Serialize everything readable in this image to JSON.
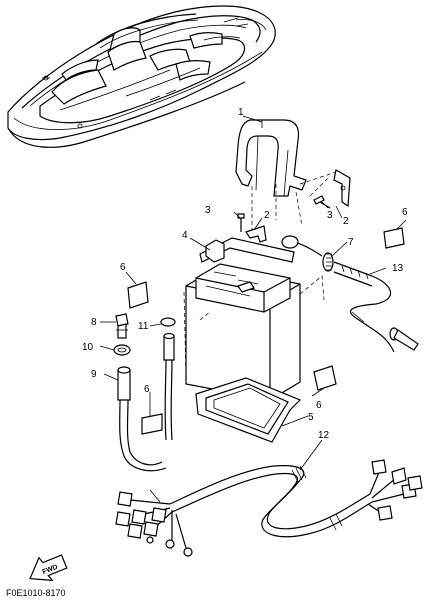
{
  "diagram": {
    "part_numbers": {
      "p1": "1",
      "p2a": "2",
      "p2b": "2",
      "p3a": "3",
      "p3b": "3",
      "p4": "4",
      "p5": "5",
      "p6a": "6",
      "p6b": "6",
      "p6c": "6",
      "p6d": "6",
      "p7": "7",
      "p8": "8",
      "p9": "9",
      "p10": "10",
      "p11": "11",
      "p12": "12",
      "p13": "13"
    },
    "fwd_label": "FWD",
    "catalog_code": "F0E1010-8170"
  }
}
